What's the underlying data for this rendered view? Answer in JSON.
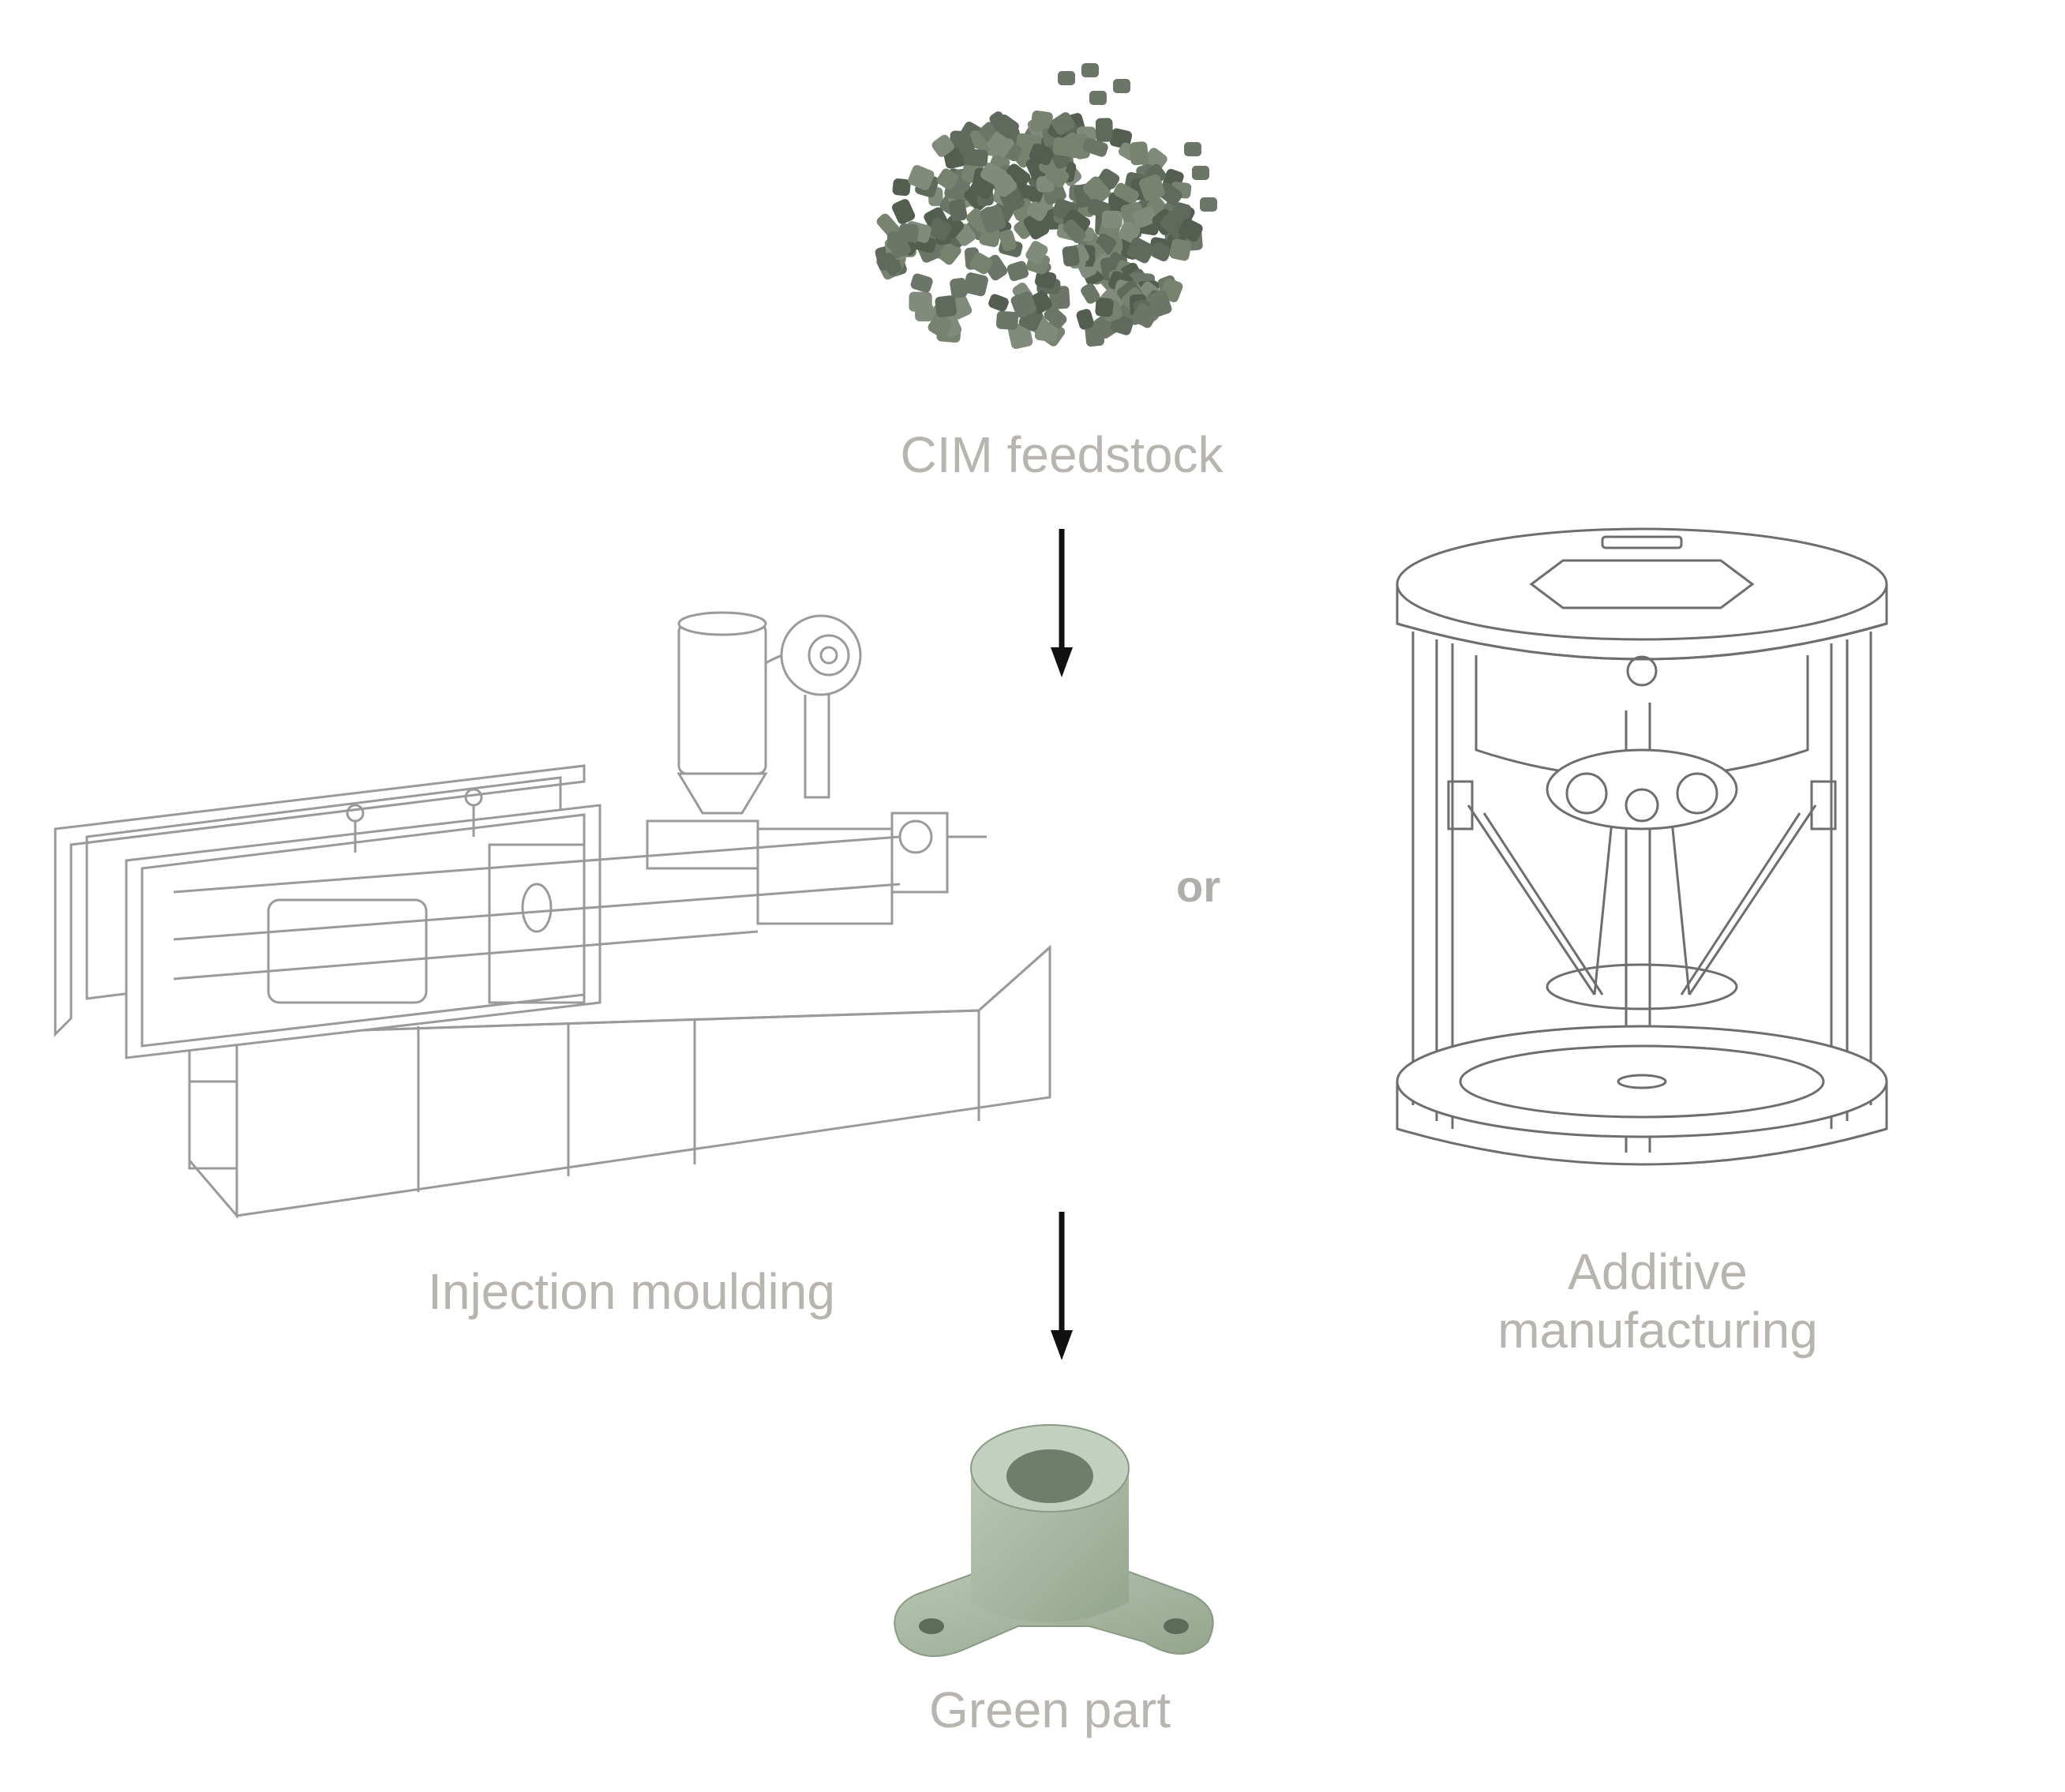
{
  "labels": {
    "feedstock": "CIM feedstock",
    "injection": "Injection moulding",
    "additive_line1": "Additive",
    "additive_line2": "manufacturing",
    "or": "or",
    "green_part": "Green part"
  },
  "colors": {
    "label": "#b8b5b0",
    "pellet": "#6b7568",
    "green_part": "#a8b8a2",
    "line_art": "#9a9a9a",
    "arrow": "#111111"
  }
}
